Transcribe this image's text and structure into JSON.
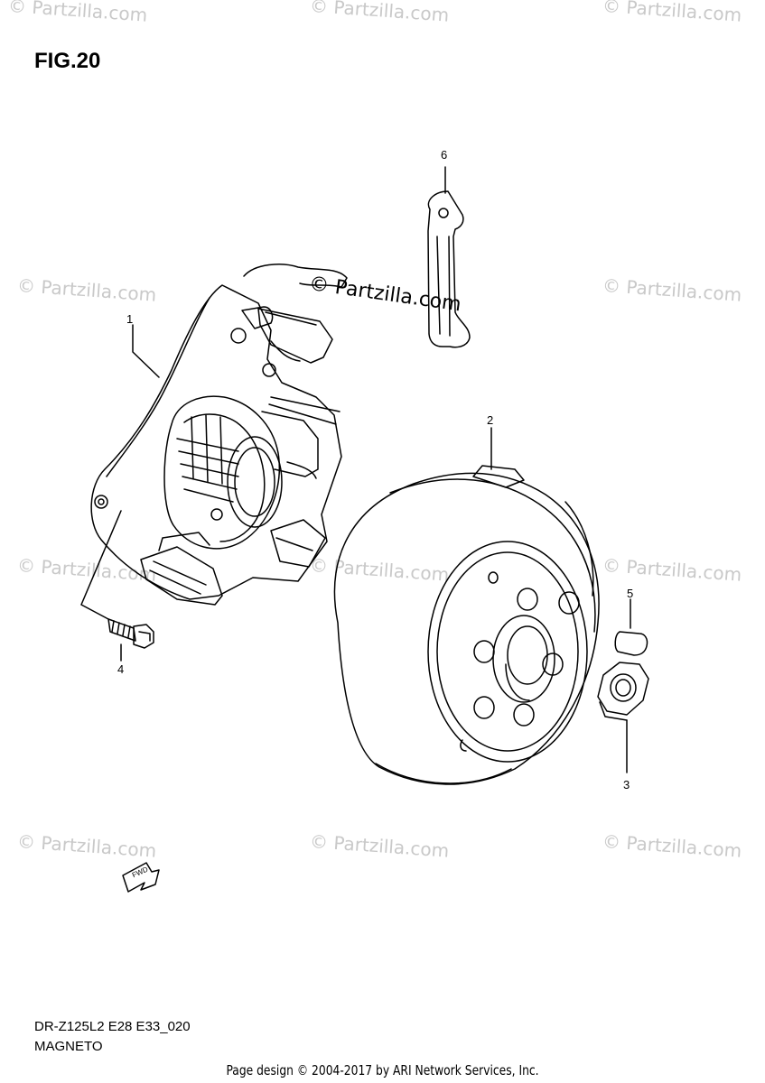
{
  "figure": {
    "title": "FIG.20"
  },
  "watermark": {
    "text": "© Partzilla.com",
    "main_text": "© Partzilla.com"
  },
  "callouts": [
    "1",
    "2",
    "3",
    "4",
    "5",
    "6"
  ],
  "fwd_badge": "FWD",
  "footer": {
    "code": "DR-Z125L2 E28 E33_020",
    "name": "MAGNETO",
    "credit": "Page design © 2004-2017 by ARI Network Services, Inc."
  }
}
